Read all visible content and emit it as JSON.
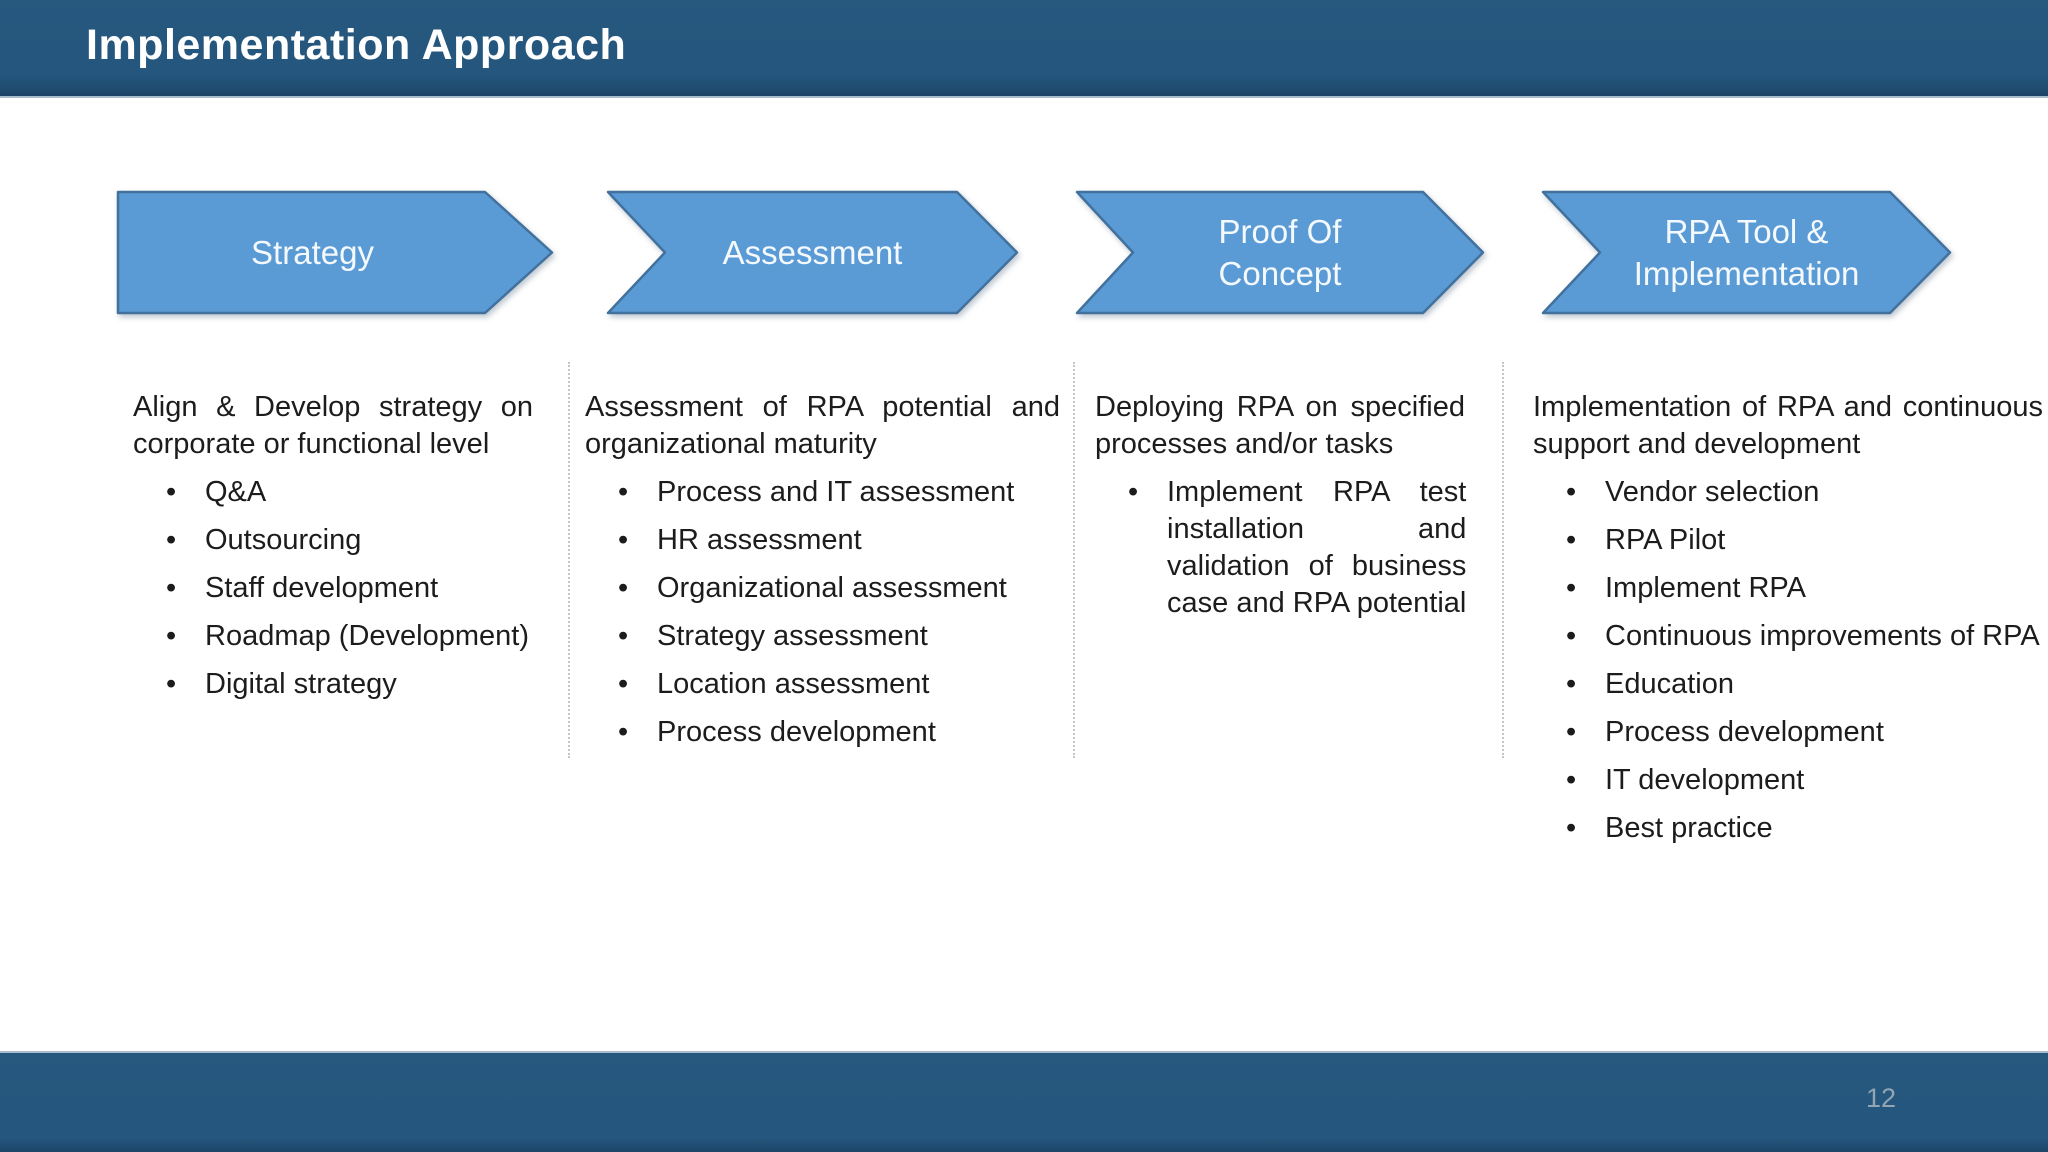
{
  "slide": {
    "title": "Implementation Approach",
    "page_number": "12"
  },
  "ui": {
    "bullet_char": "•"
  },
  "colors": {
    "bar_blue": "#24567E",
    "bar_edge_light": "#A9BECC",
    "arrow_fill": "#5B9BD5",
    "arrow_border": "#41719C",
    "arrow_text": "#F4F9FD",
    "body_text": "#1C1C1C",
    "divider_gray": "#C5C5C5",
    "page_number_gray": "#93A4B2"
  },
  "steps": [
    {
      "label": "Strategy"
    },
    {
      "label": "Assessment"
    },
    {
      "label": "Proof Of\nConcept"
    },
    {
      "label": "RPA Tool &\nImplementation"
    }
  ],
  "columns": [
    {
      "intro_lines": [
        "Align & Develop strategy on",
        "corporate or functional level"
      ],
      "bullets": [
        "Q&A",
        "Outsourcing",
        "Staff development",
        "Roadmap (Development)",
        "Digital strategy"
      ]
    },
    {
      "intro_lines": [
        "Assessment of RPA potential and",
        "organizational maturity"
      ],
      "bullets": [
        "Process and IT assessment",
        "HR assessment",
        "Organizational assessment",
        "Strategy assessment",
        "Location assessment",
        "Process development"
      ]
    },
    {
      "intro_lines": [
        "Deploying RPA on specified",
        "processes and/or tasks"
      ],
      "bullet_lines": [
        "Implement RPA test",
        "installation and",
        "validation of business",
        "case and RPA potential"
      ]
    },
    {
      "intro_lines": [
        "Implementation of RPA and continuous",
        "support and development"
      ],
      "bullets": [
        "Vendor selection",
        "RPA Pilot",
        "Implement RPA",
        "Continuous improvements of RPA",
        "Education",
        "Process development",
        "IT development",
        "Best practice"
      ]
    }
  ]
}
